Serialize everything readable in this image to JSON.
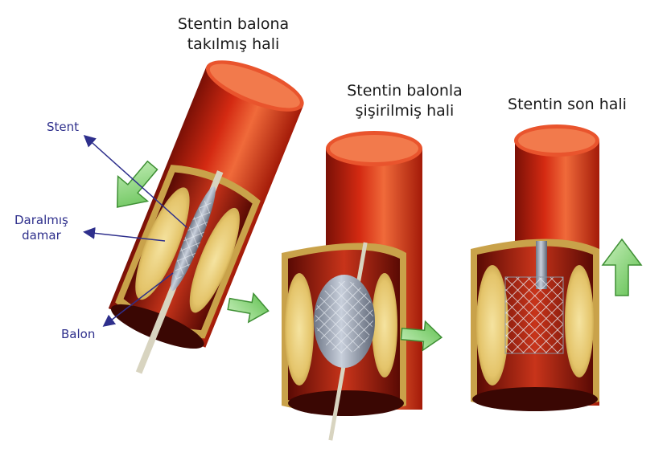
{
  "titles": {
    "stage1_line1": "Stentin balona",
    "stage1_line2": "takılmış hali",
    "stage2_line1": "Stentin balonla",
    "stage2_line2": "şişirilmiş hali",
    "stage3": "Stentin son hali"
  },
  "labels": {
    "stent": "Stent",
    "narrowed_line1": "Daralmış",
    "narrowed_line2": "damar",
    "balloon": "Balon"
  },
  "colors": {
    "artery_red": "#d42a12",
    "artery_highlight": "#f06a3a",
    "plaque_yellow": "#e8cf7a",
    "arrow_green": "#86d676",
    "label_blue": "#2e2f8c",
    "balloon_gray": "#9aa4b4",
    "stent_mesh": "#707884"
  }
}
